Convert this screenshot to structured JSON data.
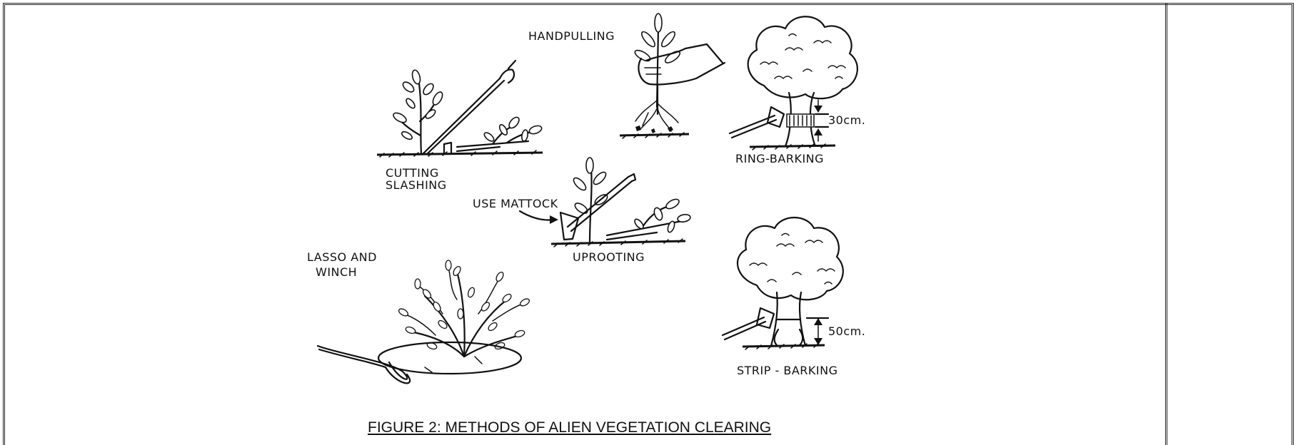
{
  "labels": {
    "handpulling": "HANDPULLING",
    "cutting_1": "CUTTING",
    "cutting_2": "SLASHING",
    "ring_barking": "RING-BARKING",
    "ring_measure": "30cm.",
    "use_mattock": "USE MATTOCK",
    "uprooting": "UPROOTING",
    "lasso_1": "LASSO AND",
    "lasso_2": "WINCH",
    "strip_barking": "STRIP - BARKING",
    "strip_measure": "50cm."
  },
  "caption": "FIGURE 2: METHODS OF ALIEN VEGETATION CLEARING"
}
